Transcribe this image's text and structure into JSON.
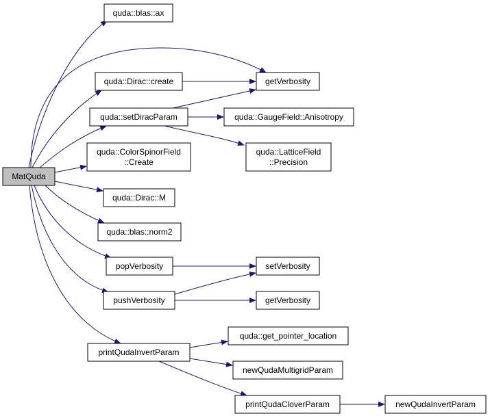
{
  "graph": {
    "colors": {
      "edge": "#191970",
      "root_fill": "#bfbfbf",
      "node_fill": "#ffffff",
      "border": "#000000"
    },
    "nodes": [
      {
        "id": "matquda",
        "lines": [
          "MatQuda"
        ],
        "root": true
      },
      {
        "id": "blas-ax",
        "lines": [
          "quda::blas::ax"
        ]
      },
      {
        "id": "getverbosity-1",
        "lines": [
          "getVerbosity"
        ]
      },
      {
        "id": "dirac-create",
        "lines": [
          "quda::Dirac::create"
        ]
      },
      {
        "id": "setdiracparam",
        "lines": [
          "quda::setDiracParam"
        ]
      },
      {
        "id": "gaugefield-anisotropy",
        "lines": [
          "quda::GaugeField::Anisotropy"
        ]
      },
      {
        "id": "colorspinorfield-create",
        "lines": [
          "quda::ColorSpinorField",
          "::Create"
        ]
      },
      {
        "id": "latticefield-precision",
        "lines": [
          "quda::LatticeField",
          "::Precision"
        ]
      },
      {
        "id": "dirac-m",
        "lines": [
          "quda::Dirac::M"
        ]
      },
      {
        "id": "blas-norm2",
        "lines": [
          "quda::blas::norm2"
        ]
      },
      {
        "id": "popverbosity",
        "lines": [
          "popVerbosity"
        ]
      },
      {
        "id": "setverbosity",
        "lines": [
          "setVerbosity"
        ]
      },
      {
        "id": "pushverbosity",
        "lines": [
          "pushVerbosity"
        ]
      },
      {
        "id": "getverbosity-2",
        "lines": [
          "getVerbosity"
        ]
      },
      {
        "id": "get-pointer-location",
        "lines": [
          "quda::get_pointer_location"
        ]
      },
      {
        "id": "printquda-invertparam",
        "lines": [
          "printQudaInvertParam"
        ]
      },
      {
        "id": "newquda-multigridparam",
        "lines": [
          "newQudaMultigridParam"
        ]
      },
      {
        "id": "printquda-cloverparam",
        "lines": [
          "printQudaCloverParam"
        ]
      },
      {
        "id": "newquda-invertparam",
        "lines": [
          "newQudaInvertParam"
        ]
      }
    ],
    "edges": [
      {
        "from": "matquda",
        "to": "blas-ax"
      },
      {
        "from": "matquda",
        "to": "getverbosity-1"
      },
      {
        "from": "matquda",
        "to": "dirac-create"
      },
      {
        "from": "matquda",
        "to": "setdiracparam"
      },
      {
        "from": "matquda",
        "to": "colorspinorfield-create"
      },
      {
        "from": "matquda",
        "to": "dirac-m"
      },
      {
        "from": "matquda",
        "to": "blas-norm2"
      },
      {
        "from": "matquda",
        "to": "popverbosity"
      },
      {
        "from": "matquda",
        "to": "pushverbosity"
      },
      {
        "from": "matquda",
        "to": "printquda-invertparam"
      },
      {
        "from": "dirac-create",
        "to": "getverbosity-1"
      },
      {
        "from": "setdiracparam",
        "to": "getverbosity-1"
      },
      {
        "from": "setdiracparam",
        "to": "gaugefield-anisotropy"
      },
      {
        "from": "setdiracparam",
        "to": "latticefield-precision"
      },
      {
        "from": "popverbosity",
        "to": "setverbosity"
      },
      {
        "from": "pushverbosity",
        "to": "setverbosity"
      },
      {
        "from": "pushverbosity",
        "to": "getverbosity-2"
      },
      {
        "from": "printquda-invertparam",
        "to": "get-pointer-location"
      },
      {
        "from": "printquda-invertparam",
        "to": "newquda-multigridparam"
      },
      {
        "from": "printquda-invertparam",
        "to": "printquda-cloverparam"
      },
      {
        "from": "printquda-cloverparam",
        "to": "newquda-invertparam"
      }
    ]
  }
}
